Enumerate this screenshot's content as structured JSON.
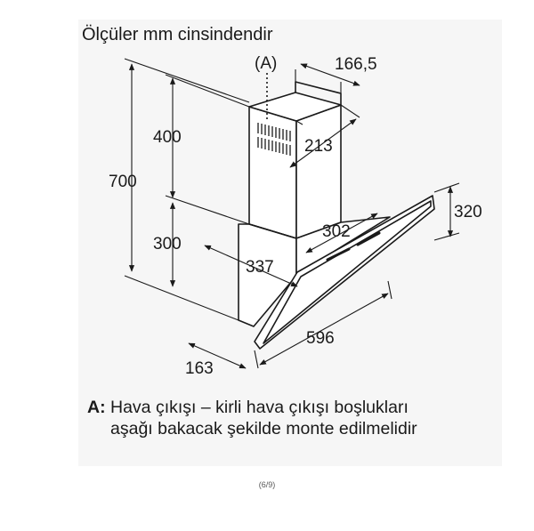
{
  "heading": "Ölçüler mm cinsindendir",
  "callout_label": "(A)",
  "dimensions": {
    "chimney_depth": "166,5",
    "chimney_height": "400",
    "chimney_width": "213",
    "total_height": "700",
    "hood_height": "300",
    "panel_height": "320",
    "canopy_width": "302",
    "canopy_depth": "337",
    "hood_width": "596",
    "panel_offset": "163"
  },
  "note": {
    "key": "A:",
    "line1": "Hava çıkışı – kirli hava çıkışı boşlukları",
    "line2": "aşağı bakacak şekilde monte edilmelidir"
  },
  "page_number": "(6/9)"
}
